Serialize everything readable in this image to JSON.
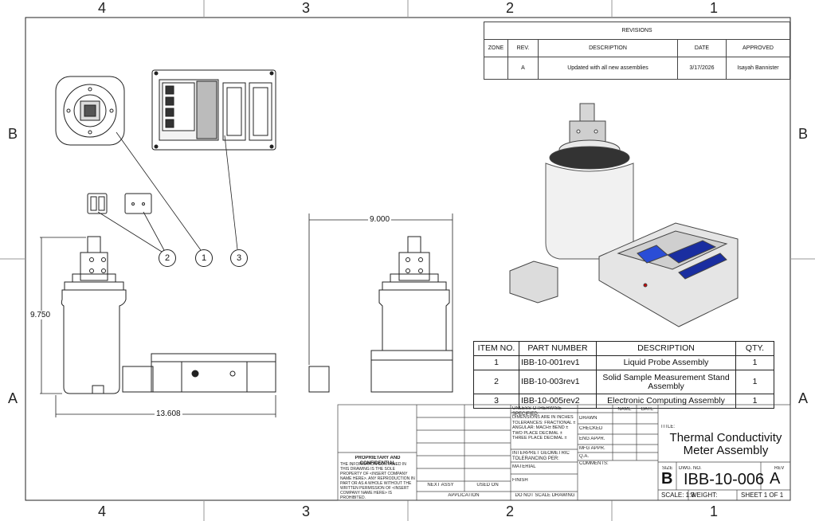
{
  "zones": {
    "top": [
      "4",
      "3",
      "2",
      "1"
    ],
    "bottom": [
      "4",
      "3",
      "2",
      "1"
    ],
    "left": [
      "B",
      "A"
    ],
    "right": [
      "B",
      "A"
    ]
  },
  "revisions": {
    "title": "REVISIONS",
    "headers": [
      "ZONE",
      "REV.",
      "DESCRIPTION",
      "DATE",
      "APPROVED"
    ],
    "rows": [
      [
        "",
        "A",
        "Updated with all new assemblies",
        "3/17/2026",
        "Isayah Bannister"
      ]
    ]
  },
  "dimensions": {
    "height": "9.750",
    "width": "13.608",
    "side_width": "9.000"
  },
  "balloons": [
    "2",
    "1",
    "3"
  ],
  "bom": {
    "headers": [
      "ITEM NO.",
      "PART NUMBER",
      "DESCRIPTION",
      "QTY."
    ],
    "rows": [
      [
        "1",
        "IBB-10-001rev1",
        "Liquid Probe Assembly",
        "1"
      ],
      [
        "2",
        "IBB-10-003rev1",
        "Solid Sample Measurement Stand Assembly",
        "1"
      ],
      [
        "3",
        "IBB-10-005rev2",
        "Electronic Computing Assembly",
        "1"
      ]
    ]
  },
  "title_block": {
    "proprietary_title": "PROPRIETARY AND CONFIDENTIAL",
    "proprietary_text": "THE INFORMATION CONTAINED IN THIS DRAWING IS THE SOLE PROPERTY OF <INSERT COMPANY NAME HERE>. ANY REPRODUCTION IN PART OR AS A WHOLE WITHOUT THE WRITTEN PERMISSION OF <INSERT COMPANY NAME HERE> IS PROHIBITED.",
    "next_assy": "NEXT ASSY",
    "used_on": "USED ON",
    "application": "APPLICATION",
    "unless": "UNLESS OTHERWISE SPECIFIED:",
    "dims_in": "DIMENSIONS ARE IN INCHES TOLERANCES: FRACTIONAL ± ANGULAR: MACH± BEND ± TWO PLACE DECIMAL ± THREE PLACE DECIMAL ±",
    "interpret": "INTERPRET GEOMETRIC TOLERANCING PER:",
    "material": "MATERIAL",
    "finish": "FINISH",
    "do_not_scale": "DO NOT SCALE DRAWING",
    "name": "NAME",
    "date": "DATE",
    "roles": [
      "DRAWN",
      "CHECKED",
      "ENG APPR.",
      "MFG APPR.",
      "Q.A.",
      "COMMENTS:"
    ],
    "title_label": "TITLE:",
    "title": "Thermal Conductivity Meter Assembly",
    "size_label": "SIZE",
    "size": "B",
    "dwg_label": "DWG. NO.",
    "dwg_no": "IBB-10-006",
    "rev_label": "REV",
    "rev": "A",
    "scale": "SCALE: 1:3",
    "weight": "WEIGHT:",
    "sheet": "SHEET 1 OF 1"
  }
}
